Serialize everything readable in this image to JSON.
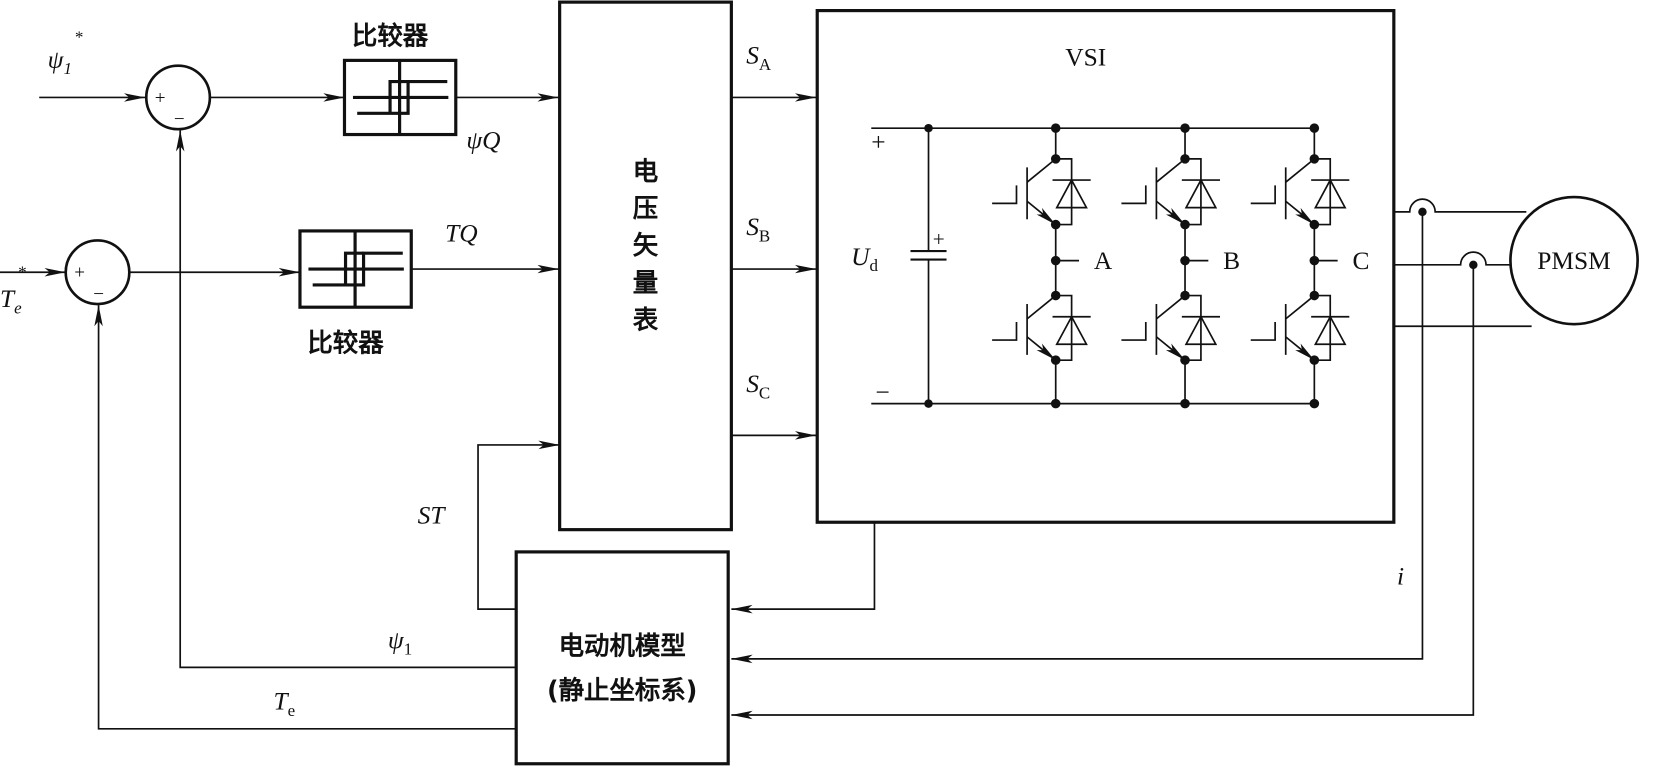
{
  "inputs": {
    "flux_ref": {
      "sym": "ψ",
      "sub": "1",
      "sup": "*"
    },
    "torque_ref": {
      "sym": "T",
      "sub": "e",
      "sup": "*"
    }
  },
  "summers": {
    "plus": "+",
    "minus": "−"
  },
  "comparators": {
    "flux": {
      "title": "比较器",
      "output": "ψQ"
    },
    "torque": {
      "title": "比较器",
      "output": "TQ"
    }
  },
  "vector_table": {
    "chars": [
      "电",
      "压",
      "矢",
      "量",
      "表"
    ]
  },
  "switch_signals": [
    {
      "sym": "S",
      "sub": "A"
    },
    {
      "sym": "S",
      "sub": "B"
    },
    {
      "sym": "S",
      "sub": "C"
    }
  ],
  "sector_signal": "ST",
  "vsi": {
    "title": "VSI",
    "dc_voltage": {
      "sym": "U",
      "sub": "d"
    },
    "plus": "+",
    "minus": "−",
    "cap_plus": "+",
    "phases": [
      "A",
      "B",
      "C"
    ]
  },
  "motor": {
    "label": "PMSM"
  },
  "current_label": "i",
  "motor_model": {
    "line1": "电动机模型",
    "line2": "(静止坐标系)"
  },
  "feedback": {
    "flux": {
      "sym": "ψ",
      "sub": "1"
    },
    "torque": {
      "sym": "T",
      "sub": "e"
    }
  }
}
